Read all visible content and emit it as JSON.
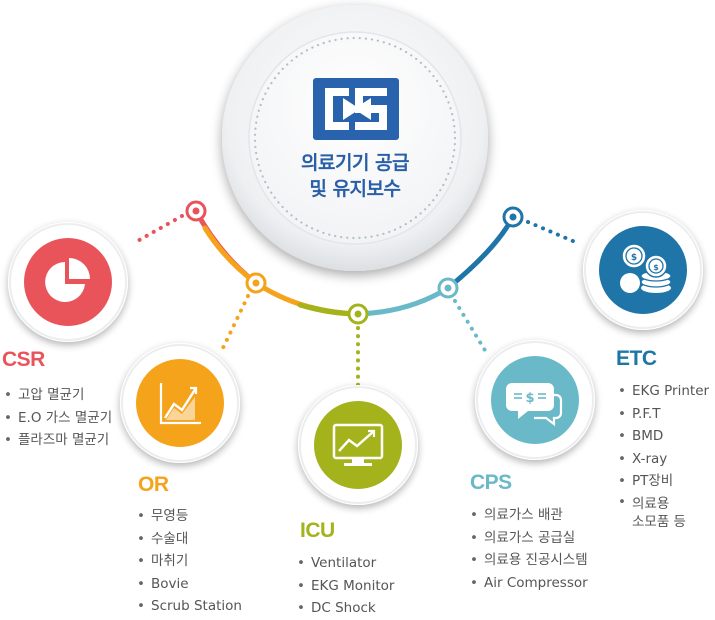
{
  "center": {
    "title_line1": "의료기기 공급",
    "title_line2": "및 유지보수",
    "logo_icon": "cs-logo-icon",
    "logo_color": "#2a63ad"
  },
  "nodes": [
    {
      "id": "csr",
      "label": "CSR",
      "color": "#e9545a",
      "icon": "pie-chart-icon",
      "items": [
        "고압 멸균기",
        "E.O 가스 멸균기",
        "플라즈마 멸균기"
      ]
    },
    {
      "id": "or",
      "label": "OR",
      "color": "#f6a31c",
      "icon": "growth-chart-icon",
      "items": [
        "무영등",
        "수술대",
        "마취기",
        "Bovie",
        "Scrub Station"
      ]
    },
    {
      "id": "icu",
      "label": "ICU",
      "color": "#a4b21c",
      "icon": "monitor-chart-icon",
      "items": [
        "Ventilator",
        "EKG Monitor",
        "DC Shock"
      ]
    },
    {
      "id": "cps",
      "label": "CPS",
      "color": "#6ab9c9",
      "icon": "money-chat-icon",
      "items": [
        "의료가스 배관",
        "의료가스 공급실",
        "의료용 진공시스템",
        "Air Compressor"
      ]
    },
    {
      "id": "etc",
      "label": "ETC",
      "color": "#1f74a8",
      "icon": "coins-icon",
      "items": [
        "EKG Printer",
        "P.F.T",
        "BMD",
        "X-ray",
        "PT장비",
        "의료용\n소모품 등"
      ]
    }
  ]
}
